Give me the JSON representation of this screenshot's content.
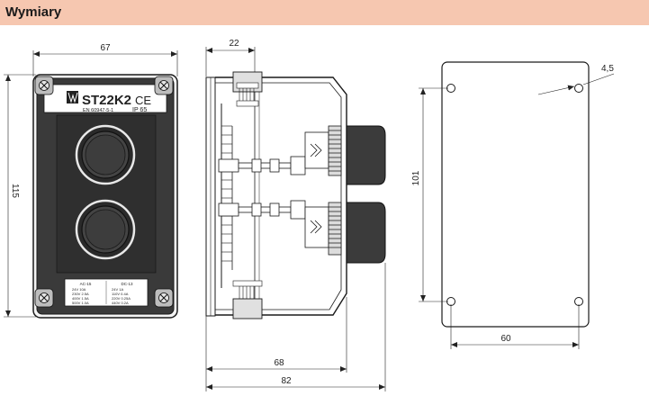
{
  "header": {
    "title": "Wymiary"
  },
  "front_view": {
    "width_dim": "67",
    "height_dim": "115",
    "model": "ST22K2",
    "ce_mark": "CE",
    "standard": "EN 60947-5-1",
    "ip_rating": "IP 65",
    "ratings": {
      "ac_title": "AC-15",
      "ac_lines": [
        "24V   10A",
        "230V  2.5A",
        "400V  1.5A",
        "500V  1.0A"
      ],
      "dc_title": "DC-13",
      "dc_lines": [
        "24V   1A",
        "110V  0.4A",
        "220V  0.25A",
        "440V  0.2A"
      ]
    }
  },
  "side_view": {
    "top_dim": "22",
    "depth_dim_1": "68",
    "depth_dim_2": "82"
  },
  "back_view": {
    "hole_dim": "4,5",
    "height_dim": "101",
    "width_dim": "60"
  },
  "colors": {
    "header_bg": "#f6c7b0",
    "line": "#1a1a1a",
    "body_fill": "#3b3b3b"
  }
}
